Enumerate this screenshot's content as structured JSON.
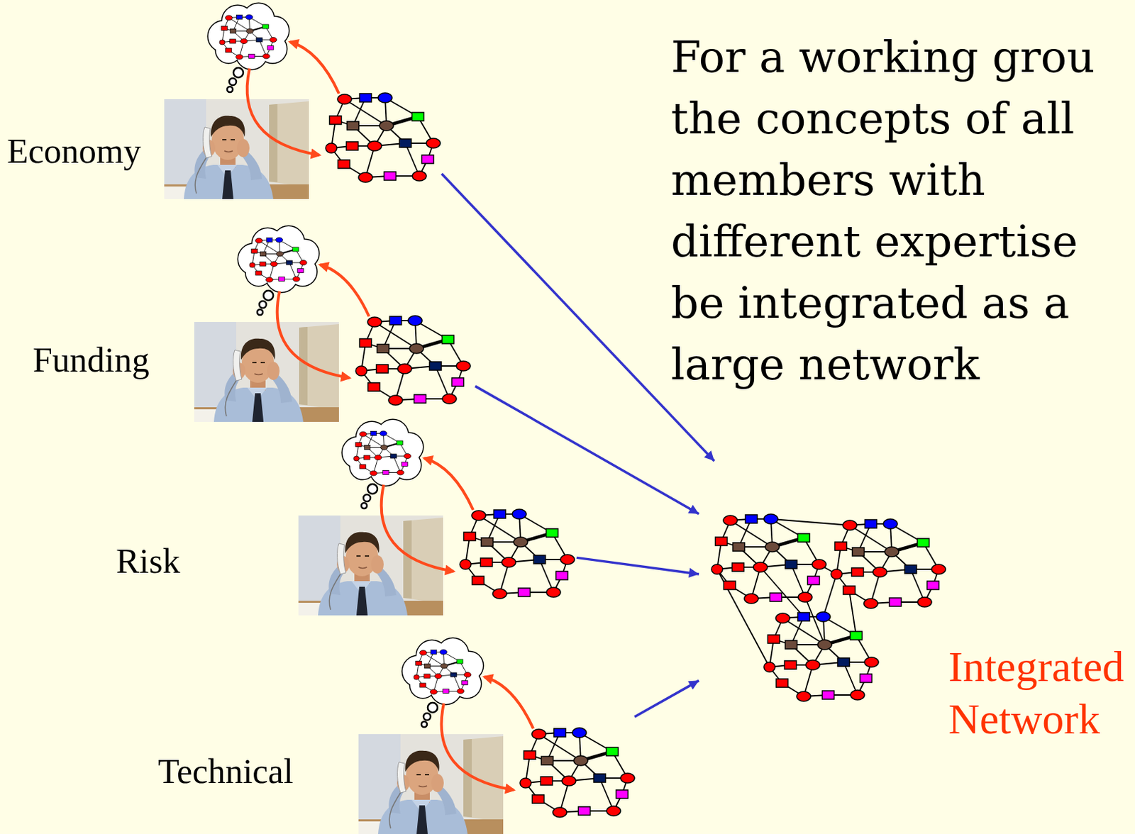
{
  "diagram": {
    "nodes": [
      {
        "text": [
          "Economy"
        ]
      },
      {
        "text": [
          "Funding"
        ]
      },
      {
        "text": [
          "Risk"
        ]
      },
      {
        "text": [
          "Technical"
        ]
      },
      {
        "text": [
          "Integrated Network"
        ]
      }
    ],
    "edges": [
      {
        "from": 0,
        "to": 4,
        "arrow": "to"
      },
      {
        "from": 1,
        "to": 4,
        "arrow": "to"
      },
      {
        "from": 2,
        "to": 4,
        "arrow": "to"
      },
      {
        "from": 3,
        "to": 4,
        "arrow": "to"
      }
    ],
    "labels": [
      "For a working grou the concepts of all members with different expertise be integrated as a large network"
    ]
  }
}
